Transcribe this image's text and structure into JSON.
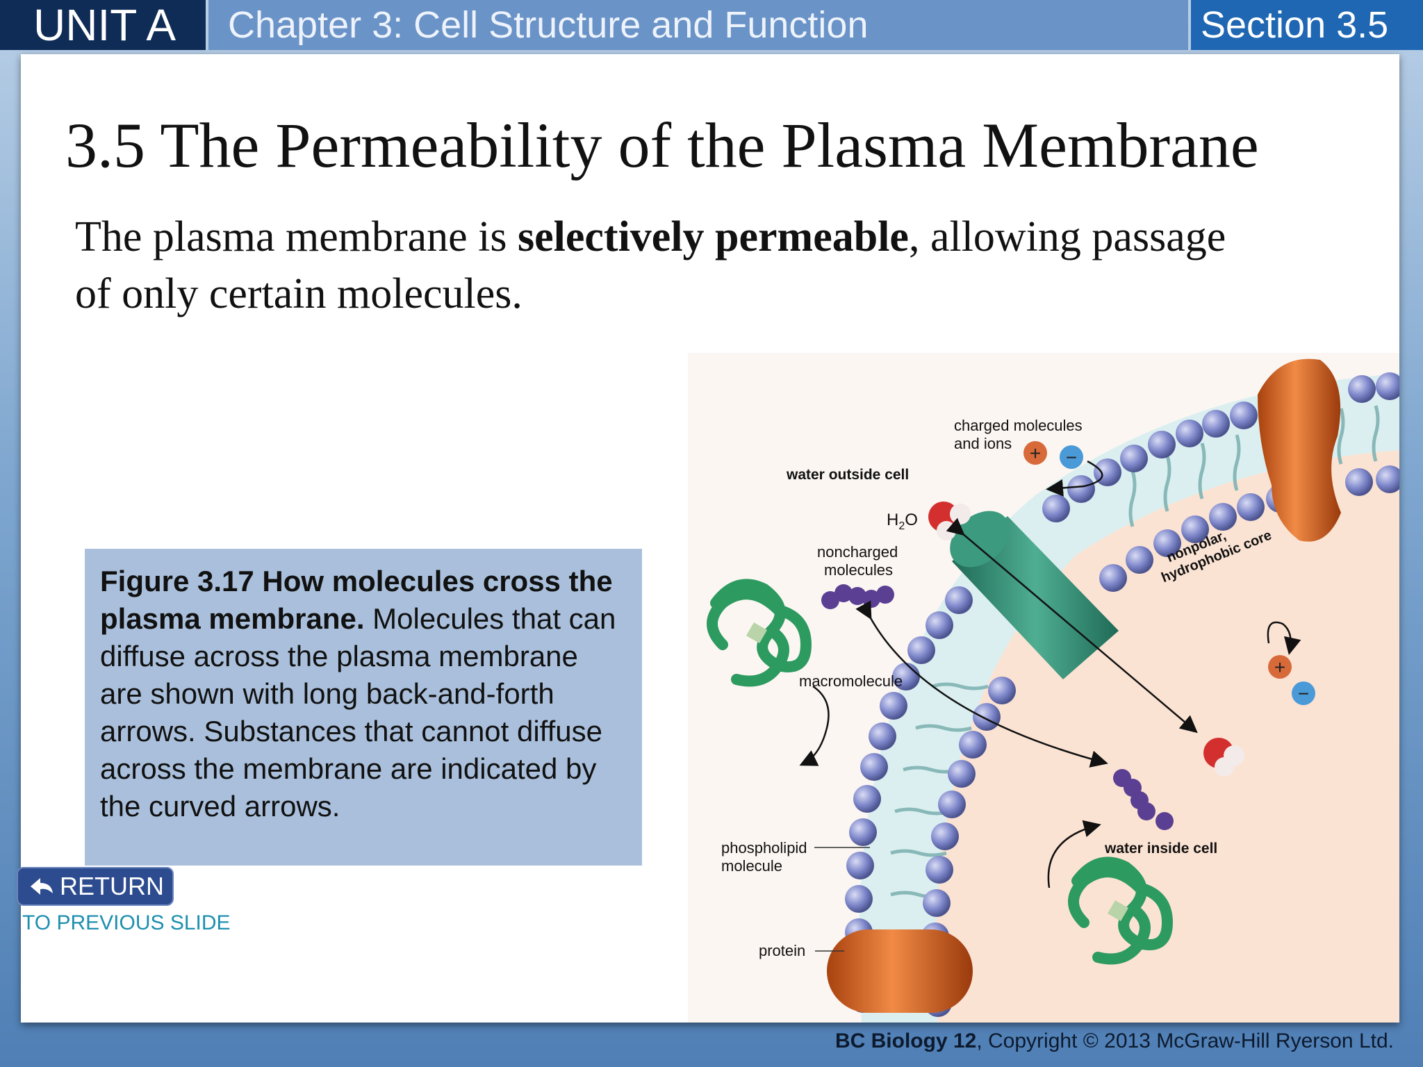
{
  "header": {
    "unit": "UNIT A",
    "chapter": "Chapter 3: Cell Structure and Function",
    "section": "Section 3.5"
  },
  "slide": {
    "title": "3.5 The Permeability of the Plasma Membrane",
    "body_pre": "The plasma membrane is ",
    "body_bold": "selectively permeable",
    "body_post": ", allowing passage of only certain molecules."
  },
  "caption": {
    "bold": "Figure 3.17 How molecules cross the plasma membrane.",
    "text": " Molecules that can diffuse across the plasma membrane are shown with long back-and-forth arrows. Substances that cannot diffuse across the membrane are indicated by the curved arrows."
  },
  "figure": {
    "labels": {
      "charged_1": "charged molecules",
      "charged_2": "and ions",
      "water_outside": "water outside cell",
      "h2o_h": "H",
      "h2o_sub": "2",
      "h2o_o": "O",
      "noncharged_1": "noncharged",
      "noncharged_2": "molecules",
      "macromolecule": "macromolecule",
      "core_1": "nonpolar,",
      "core_2": "hydrophobic core",
      "phospholipid_1": "phospholipid",
      "phospholipid_2": "molecule",
      "protein": "protein",
      "water_inside": "water inside cell",
      "plus": "+",
      "minus": "−"
    },
    "colors": {
      "background": "#fbe6d8",
      "head": "#7d86c9",
      "tail": "#8fbfc0",
      "channel": "#2f8a72",
      "carrier": "#c95a1d",
      "macromolecule": "#2d9a5f",
      "noncharged": "#5b3f92"
    }
  },
  "nav": {
    "return_label": "RETURN",
    "return_sub": "TO PREVIOUS SLIDE"
  },
  "footer": {
    "bold": "BC Biology 12",
    "text": ", Copyright © 2013 McGraw-Hill Ryerson Ltd."
  }
}
